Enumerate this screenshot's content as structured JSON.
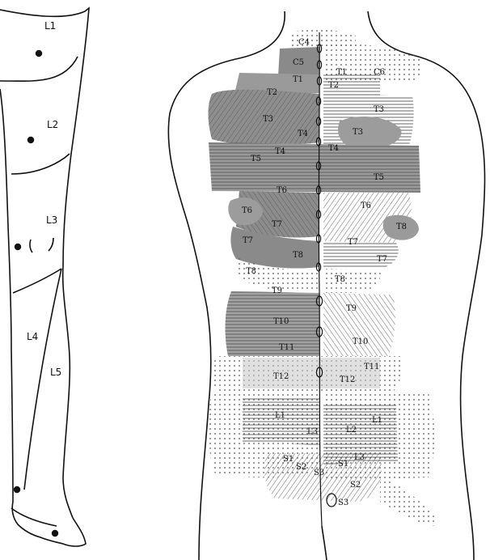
{
  "leg": {
    "labels": [
      "L1",
      "L2",
      "L3",
      "L4",
      "L5"
    ]
  },
  "back": {
    "labels": [
      "C4",
      "C5",
      "C6",
      "T1",
      "T1",
      "T2",
      "T2",
      "T3",
      "T3",
      "T3",
      "T4",
      "T4",
      "T4",
      "T5",
      "T5",
      "T6",
      "T6",
      "T6",
      "T7",
      "T7",
      "T7",
      "T7",
      "T8",
      "T8",
      "T8",
      "T8",
      "T9",
      "T9",
      "T10",
      "T10",
      "T11",
      "T11",
      "T12",
      "T12",
      "L1",
      "L1",
      "L2",
      "L3",
      "L3",
      "S1",
      "S1",
      "S2",
      "S2",
      "S3",
      "S3"
    ]
  },
  "colors": {
    "ink": "#111111",
    "shade_dark": "#7a7a7a",
    "shade_mid": "#a8a8a8",
    "shade_light": "#d2d2d2"
  }
}
